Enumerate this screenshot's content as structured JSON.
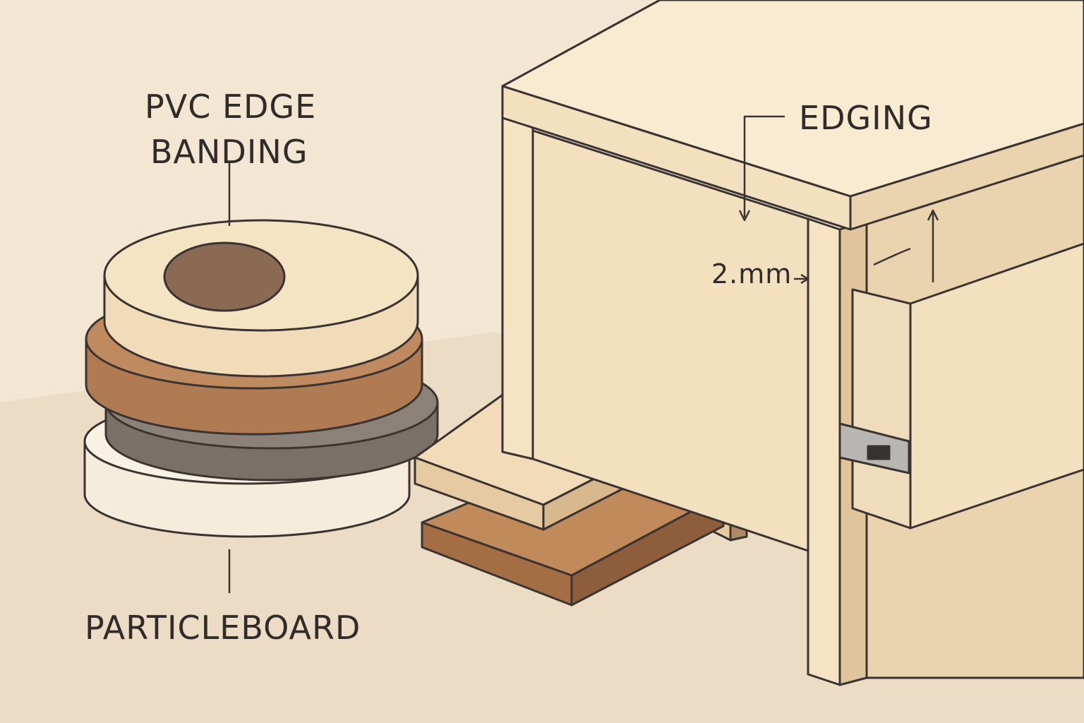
{
  "labels": {
    "pvc_line1": "PVC EDGE",
    "pvc_line2": "BANDING",
    "particleboard": "PARTICLEBOARD",
    "edging": "EDGING",
    "thickness": "2.mm"
  },
  "colors": {
    "background": "#f3e6d3",
    "floor": "#ecdcc6",
    "roll_cream": "#f0dcb8",
    "roll_brown": "#b07a52",
    "roll_gray": "#7a7068",
    "roll_white": "#f6ecdc",
    "outline": "#3a3330"
  }
}
